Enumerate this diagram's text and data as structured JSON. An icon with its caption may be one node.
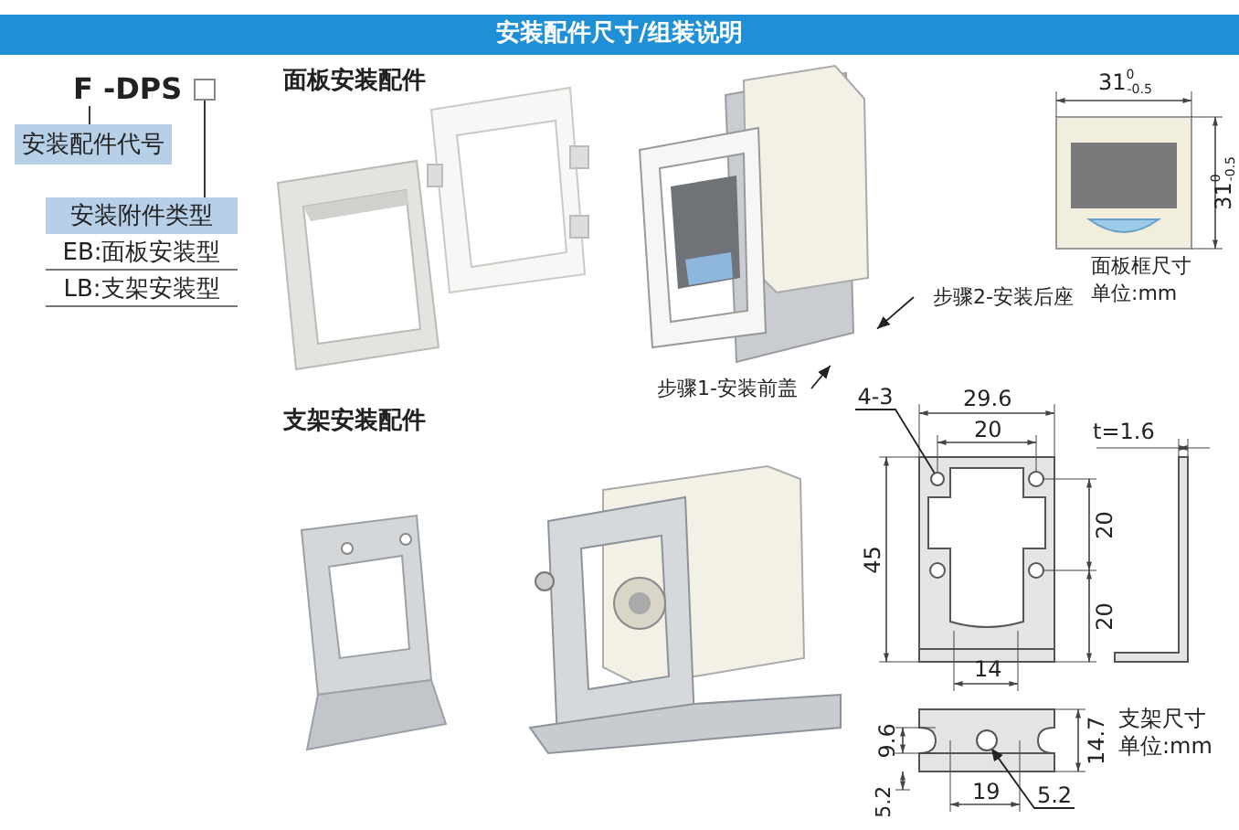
{
  "diagram": {
    "title": "安装配件尺寸/组装说明",
    "nodes": [
      {
        "text": [
          "F -DPS"
        ]
      },
      {
        "text": [
          "安装配件代号"
        ]
      },
      {
        "text": [
          "安装附件类型"
        ]
      },
      {
        "text": [
          "EB:面板安装型"
        ]
      },
      {
        "text": [
          "LB:支架安装型"
        ]
      },
      {
        "text": [],
        "shape": "box"
      },
      {
        "text": [
          "步骤2-安装后座"
        ]
      },
      {
        "text": [
          "步骤1-安装前盖"
        ]
      },
      {
        "text": [],
        "shape": "picture"
      },
      {
        "text": [
          "4-3"
        ]
      },
      {
        "text": [],
        "shape": "circle"
      },
      {
        "text": [
          "5.2"
        ]
      },
      {
        "text": [],
        "shape": "circle"
      }
    ],
    "edges": [
      {
        "from": 0,
        "to": 1,
        "arrow": "none"
      },
      {
        "from": 5,
        "to": 2,
        "arrow": "none"
      },
      {
        "from": 6,
        "to": 8,
        "arrow": "to"
      },
      {
        "from": 7,
        "to": 8,
        "arrow": "to"
      },
      {
        "from": 9,
        "to": 10,
        "arrow": "none"
      },
      {
        "from": 11,
        "to": 12,
        "arrow": "to"
      }
    ],
    "labels": [
      "面板安装配件",
      "支架安装配件",
      "31$^{0}$$_{-0.5}$",
      "31$^{0}$$_{-0.5}$",
      "面板框尺寸",
      "单位:mm",
      "29.6",
      "20",
      "45",
      "20",
      "20",
      "14",
      "t=1.6",
      "9.6",
      "14.7",
      "5.2",
      "19",
      "支架尺寸",
      "单位:mm"
    ]
  }
}
